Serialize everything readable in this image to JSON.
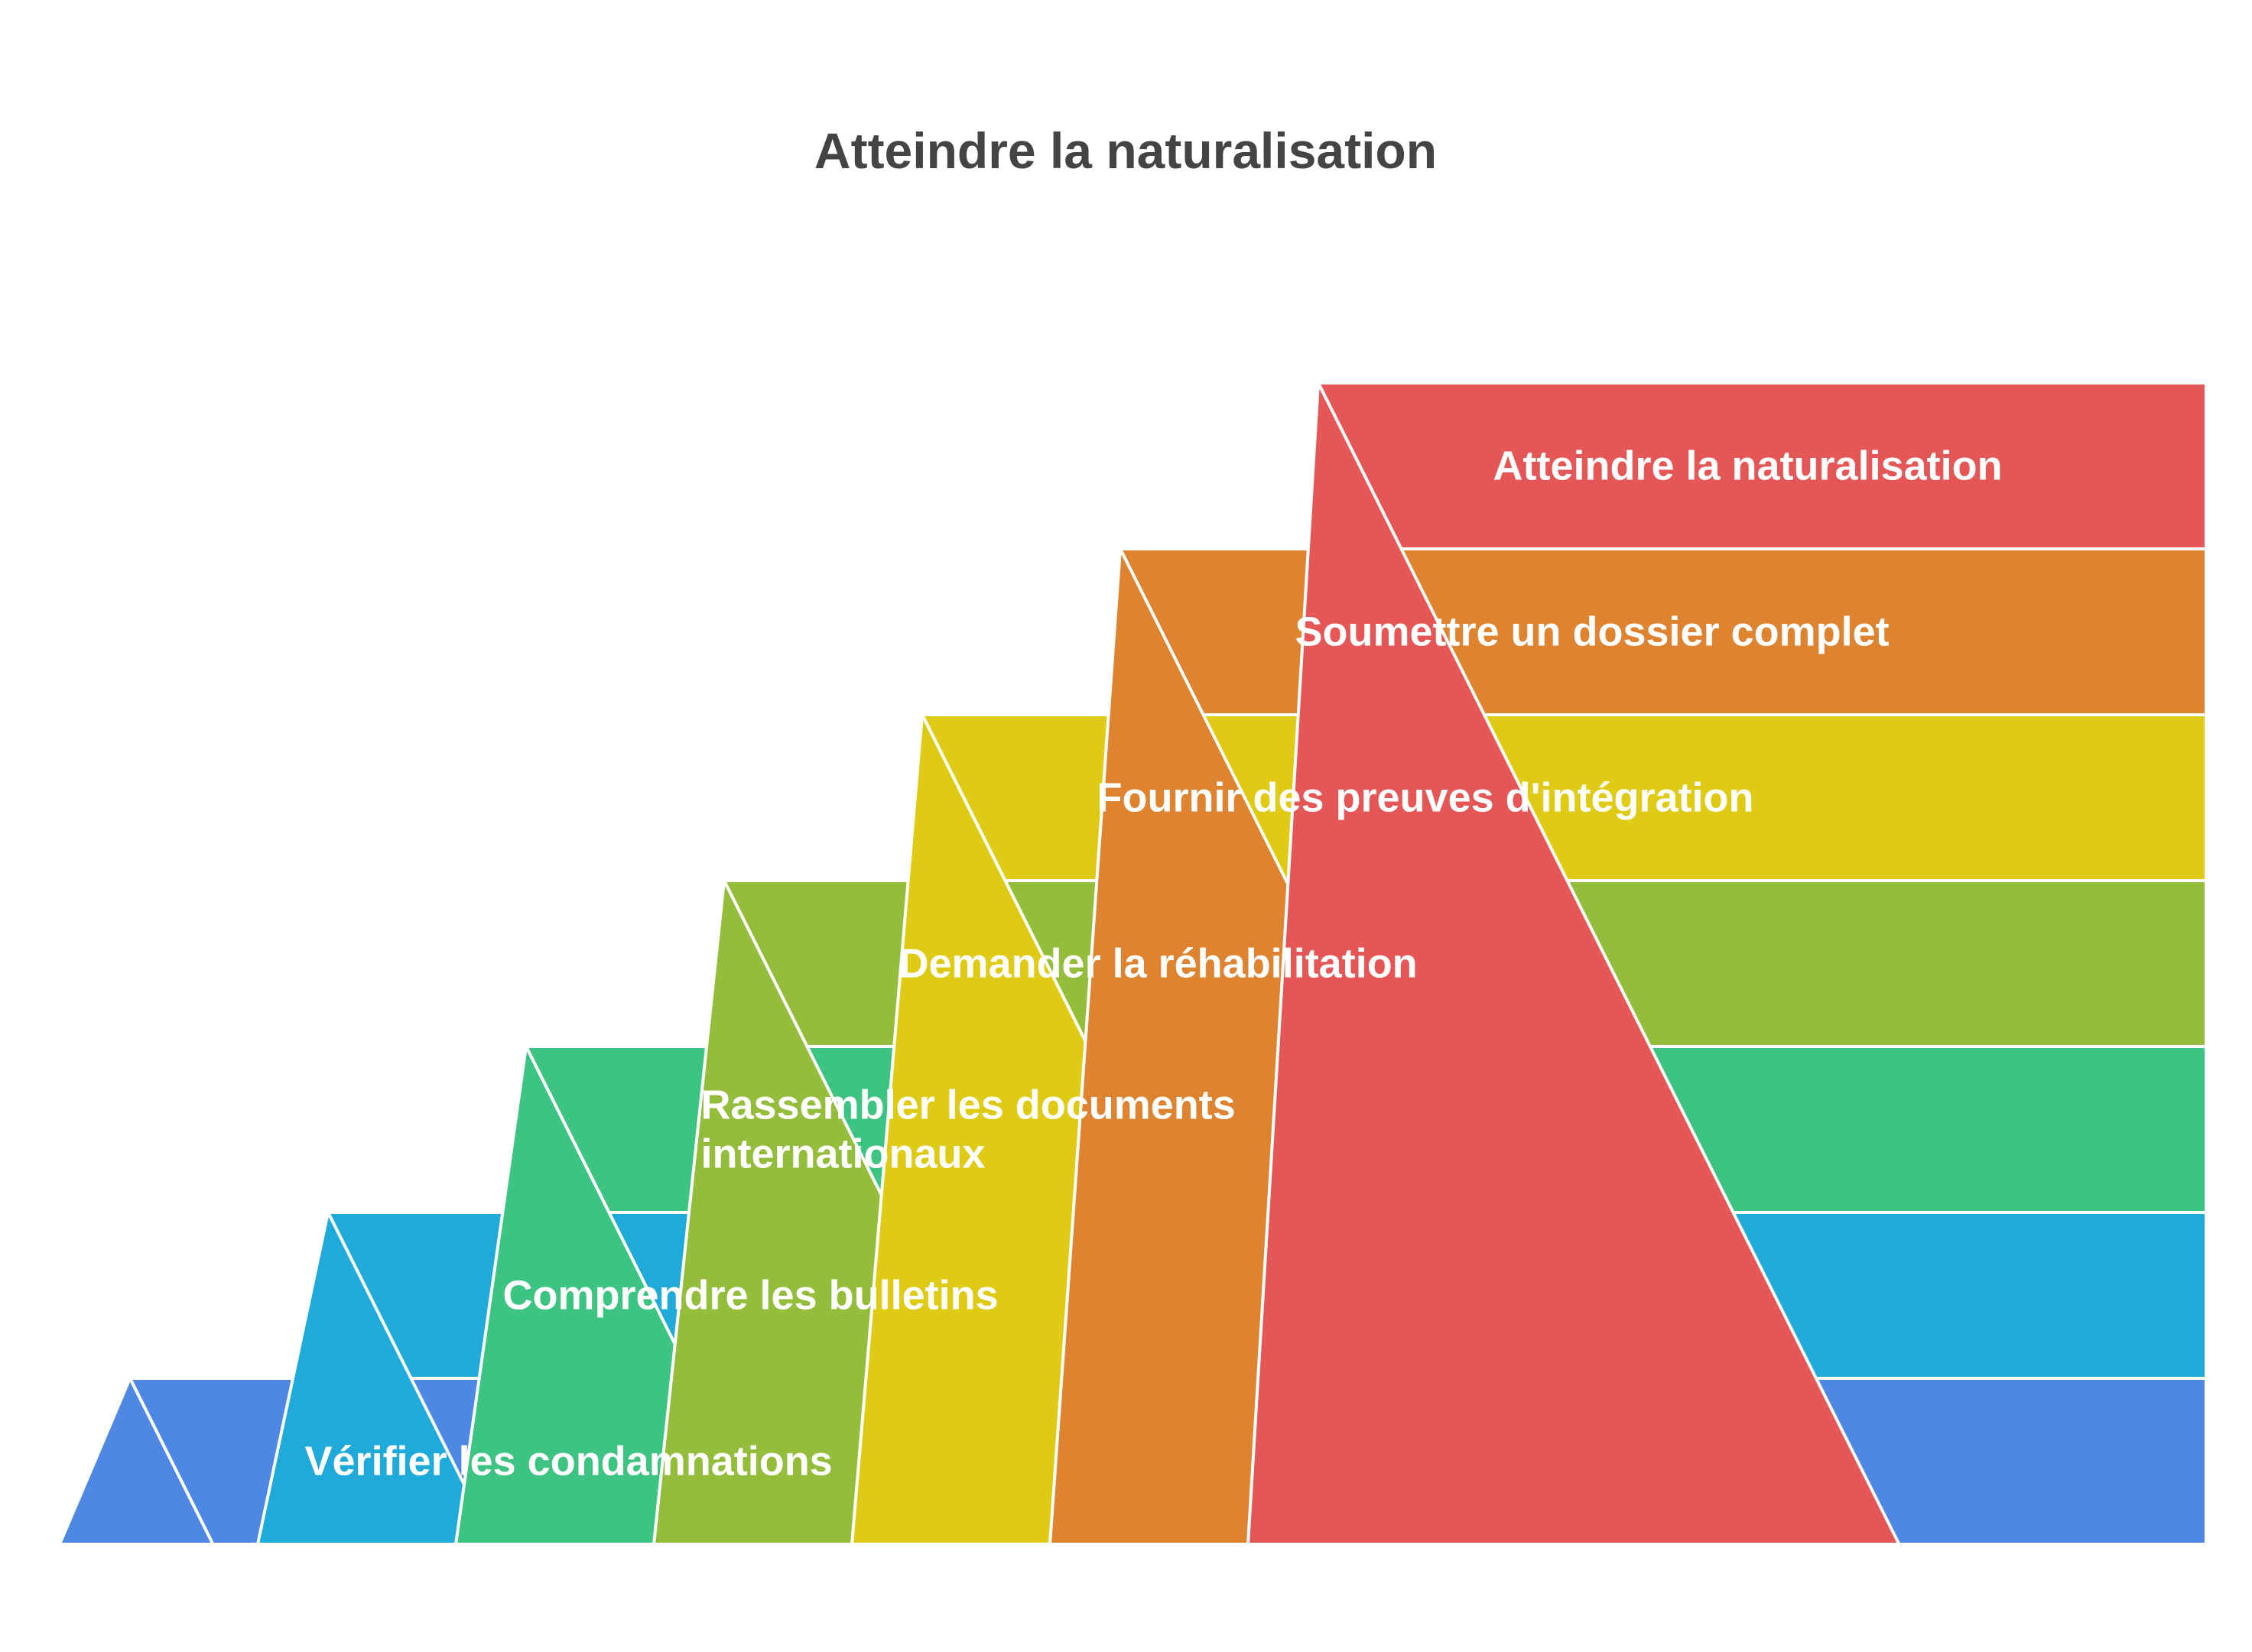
{
  "diagram": {
    "title": "Atteindre la naturalisation",
    "title_color": "#444444",
    "label_color": "#ffffff",
    "separator_color": "#ffffff",
    "steps": [
      {
        "lines": [
          "Vérifier les condamnations"
        ],
        "color": "#4F87E5"
      },
      {
        "lines": [
          "Comprendre les bulletins"
        ],
        "color": "#1FAAD9"
      },
      {
        "lines": [
          "Rassembler les documents",
          "internationaux"
        ],
        "color": "#3DC483"
      },
      {
        "lines": [
          "Demander la réhabilitation"
        ],
        "color": "#93BD3B"
      },
      {
        "lines": [
          "Fournir des preuves d'intégration"
        ],
        "color": "#DFCB16"
      },
      {
        "lines": [
          "Soumettre un dossier complet"
        ],
        "color": "#DE8330"
      },
      {
        "lines": [
          "Atteindre la naturalisation"
        ],
        "color": "#E55756"
      }
    ]
  }
}
